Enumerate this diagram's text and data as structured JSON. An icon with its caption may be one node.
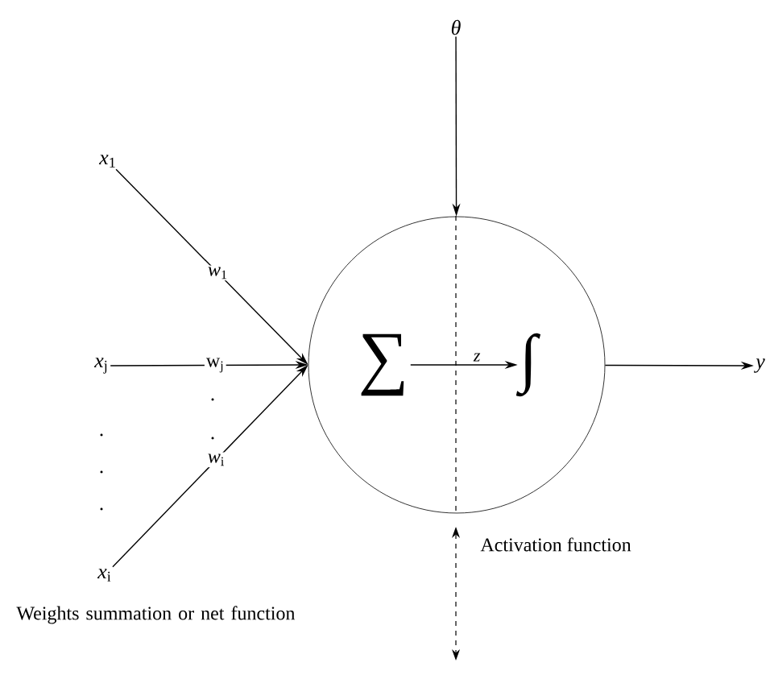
{
  "diagram": {
    "nodes": [
      {
        "text": [
          "θ"
        ]
      },
      {
        "text": [
          "*x*$_{1}$"
        ]
      },
      {
        "text": [
          "*x*$_{j}$"
        ]
      },
      {
        "text": [],
        "shape": "circle"
      },
      {
        "text": [
          "∑"
        ],
        "in": 3
      },
      {
        "text": [
          "∫"
        ],
        "in": 3
      },
      {
        "text": [
          "y"
        ]
      },
      {
        "text": [
          "*x*$_{i}$"
        ]
      }
    ],
    "edges": [
      {
        "from": 1,
        "to": 3,
        "arrow": "to",
        "label": "*w*$_{1}$"
      },
      {
        "from": 2,
        "to": 3,
        "arrow": "to",
        "label": "w$_{j}$"
      },
      {
        "from": 7,
        "to": 3,
        "arrow": "to",
        "label": "*w*$_{i}$"
      },
      {
        "from": 0,
        "to": 3,
        "arrow": "to"
      },
      {
        "from": 3,
        "to": 6,
        "arrow": "to"
      },
      {
        "from": 4,
        "to": 5,
        "arrow": "to",
        "label": "z"
      }
    ],
    "labels": [
      ".",
      ".",
      ".",
      ".",
      ".",
      "Activation function",
      "Weights summation or net function"
    ]
  }
}
